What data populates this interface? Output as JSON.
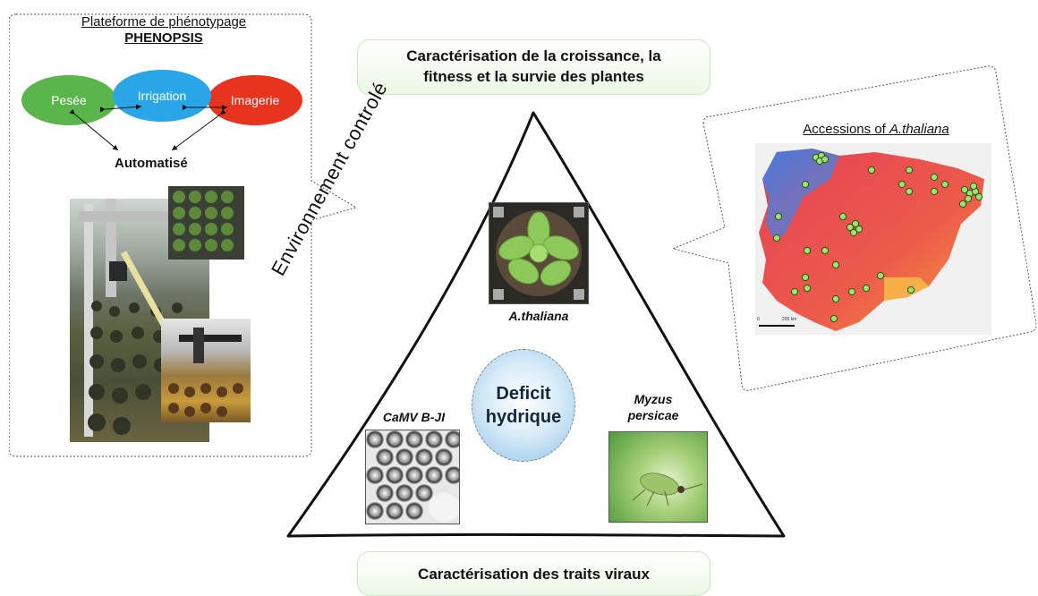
{
  "platform": {
    "title": "Plateforme de phénotypage",
    "name": "PHENOPSIS",
    "steps": [
      "Pesée",
      "Irrigation",
      "Imagerie"
    ],
    "step_colors": [
      "#5ab54a",
      "#2aa5e8",
      "#e8331f"
    ],
    "automation_label": "Automatisé"
  },
  "top_box": {
    "text_line1": "Caractérisation de la croissance, la",
    "text_line2": "fitness et la survie des plantes"
  },
  "bottom_box": {
    "text": "Caractérisation des traits viraux"
  },
  "triangle": {
    "side_label": "Environnement controlé",
    "center_label_line1": "Deficit",
    "center_label_line2": "hydrique",
    "plant_label": "A.thaliana",
    "virus_label": "CaMV B-JI",
    "aphid_label_line1": "Myzus",
    "aphid_label_line2": "persicae"
  },
  "map": {
    "title_prefix": "Accessions of ",
    "title_species": "A.thaliana",
    "scale_labels": [
      "0",
      "200 km"
    ],
    "point_color": "#9be66a"
  }
}
